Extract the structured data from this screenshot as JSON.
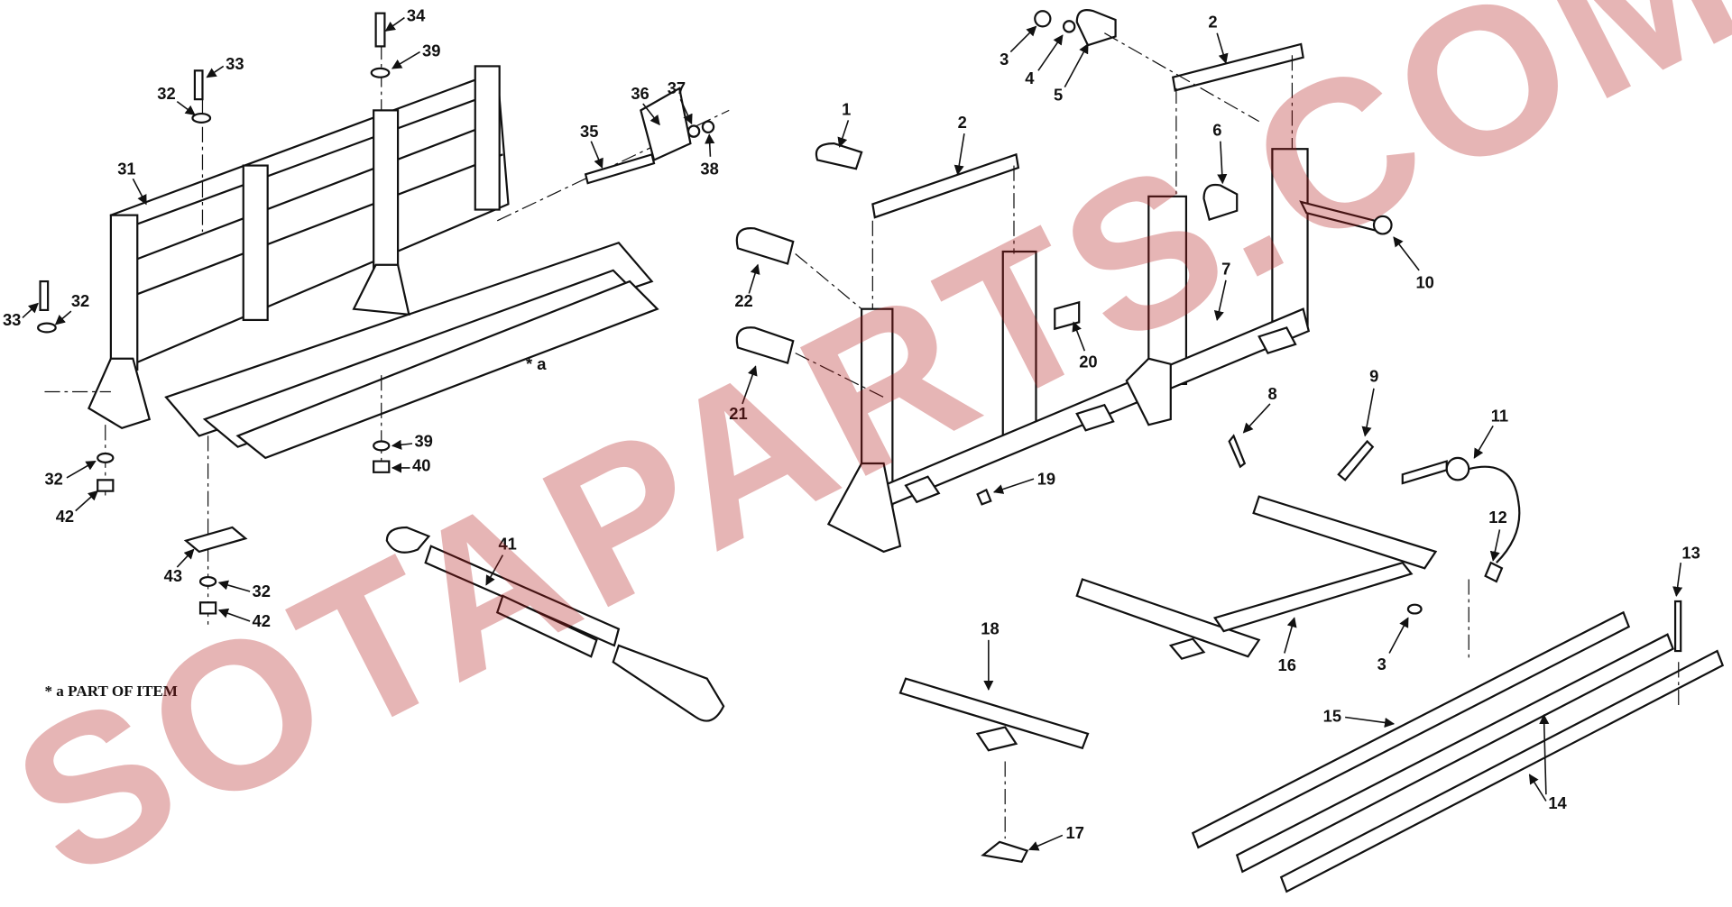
{
  "diagram": {
    "callouts_left": [
      "34",
      "39",
      "33",
      "32",
      "31",
      "35",
      "36",
      "37",
      "38",
      "33",
      "32",
      "* a",
      "39",
      "40",
      "32",
      "42",
      "43",
      "32",
      "42",
      "41"
    ],
    "note": "* a  PART OF ITEM",
    "callouts_right": [
      "3",
      "4",
      "5",
      "2",
      "1",
      "2",
      "6",
      "22",
      "21",
      "20",
      "7",
      "10",
      "8",
      "9",
      "11",
      "12",
      "19",
      "13",
      "18",
      "16",
      "3",
      "15",
      "14",
      "17"
    ],
    "watermark": "SOTAPARTS.COM"
  }
}
